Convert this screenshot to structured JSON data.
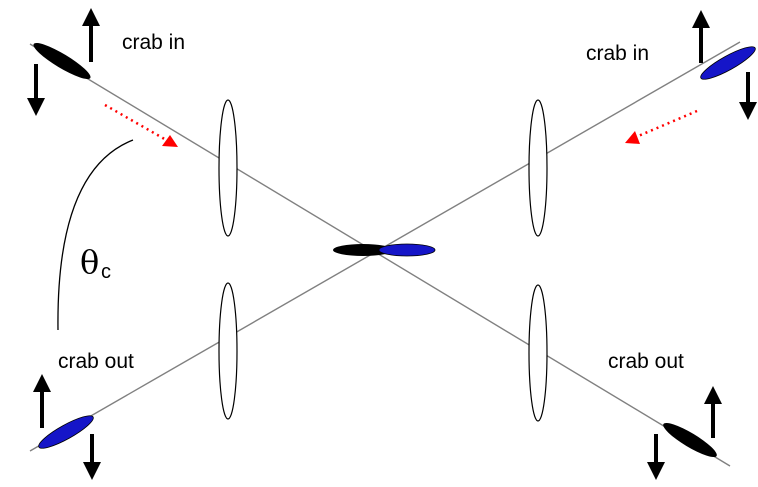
{
  "labels": {
    "top_left": "crab in",
    "top_right": "crab in",
    "bottom_left": "crab out",
    "bottom_right": "crab out"
  },
  "angle_symbol": {
    "symbol": "θ",
    "subscript": "c"
  },
  "colors": {
    "line": "#808080",
    "bunch_black": "#000000",
    "bunch_blue": "#1515c8",
    "kick_red": "#ff0000",
    "cavity_outline": "#000000"
  }
}
